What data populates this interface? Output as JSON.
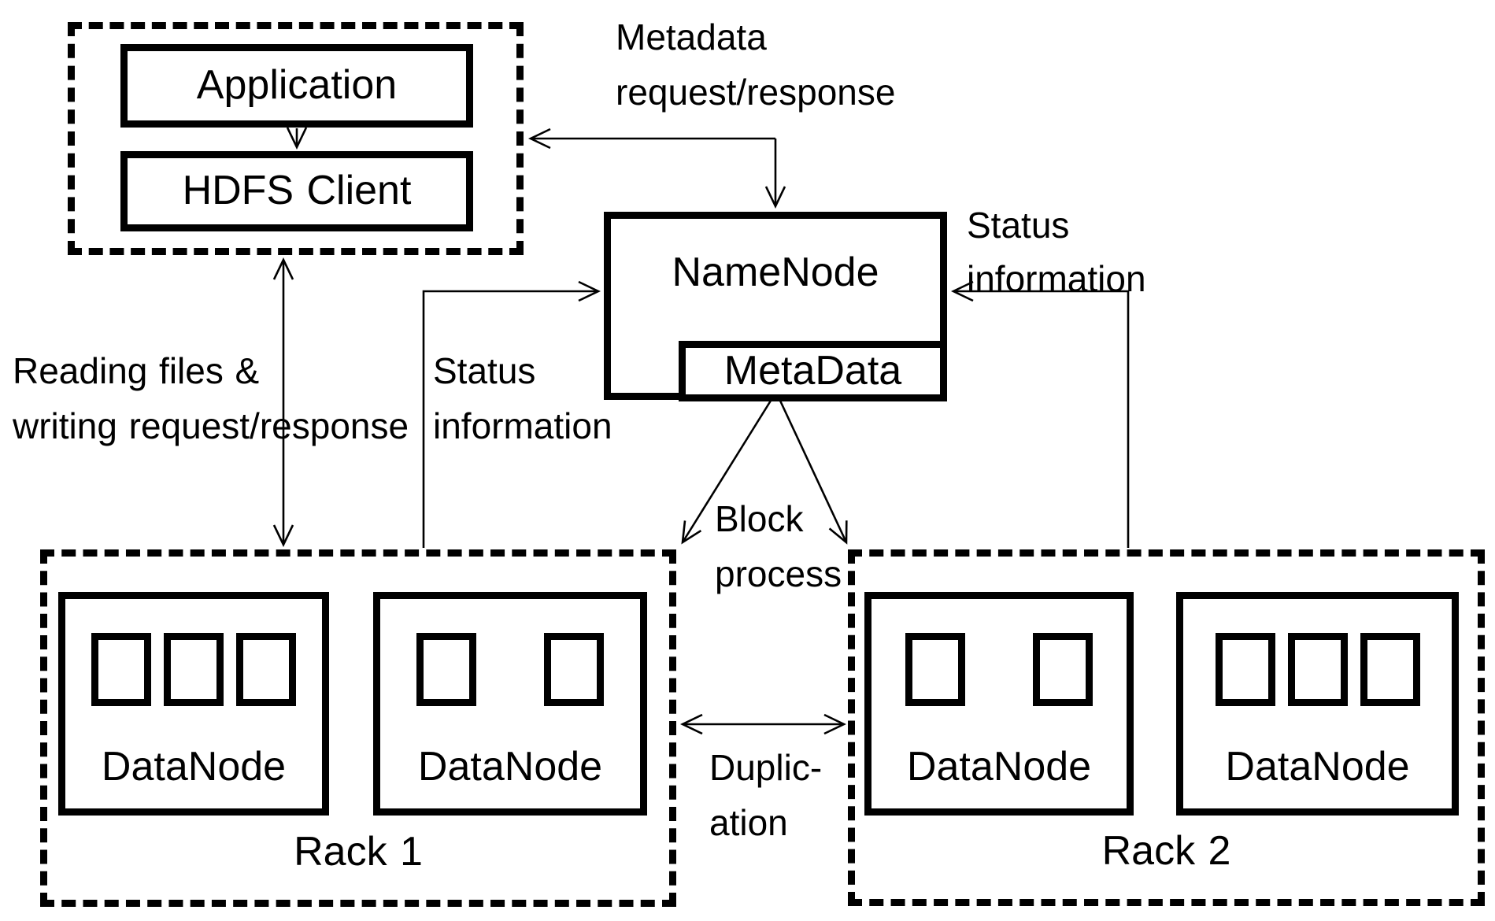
{
  "page": {
    "background": "#ffffff",
    "ink_color": "#000000",
    "description": "HDFS architecture diagram"
  },
  "client_group": {
    "application_label": "Application",
    "hdfs_client_label": "HDFS Client"
  },
  "namenode": {
    "label": "NameNode",
    "metadata_label": "MetaData"
  },
  "racks": [
    {
      "label": "Rack 1",
      "datanodes": [
        {
          "label": "DataNode",
          "blocks": 3
        },
        {
          "label": "DataNode",
          "blocks": 2
        }
      ]
    },
    {
      "label": "Rack 2",
      "datanodes": [
        {
          "label": "DataNode",
          "blocks": 2
        },
        {
          "label": "DataNode",
          "blocks": 3
        }
      ]
    }
  ],
  "annotations": {
    "metadata_arrow_label": "Metadata\nrequest/response",
    "read_write_label": "Reading files &\nwriting request/response",
    "status_left_label": "Status\ninformation",
    "status_right_label": "Status\ninformation",
    "block_process_label": "Block\nprocess",
    "duplication_label": "Duplic-\nation"
  }
}
